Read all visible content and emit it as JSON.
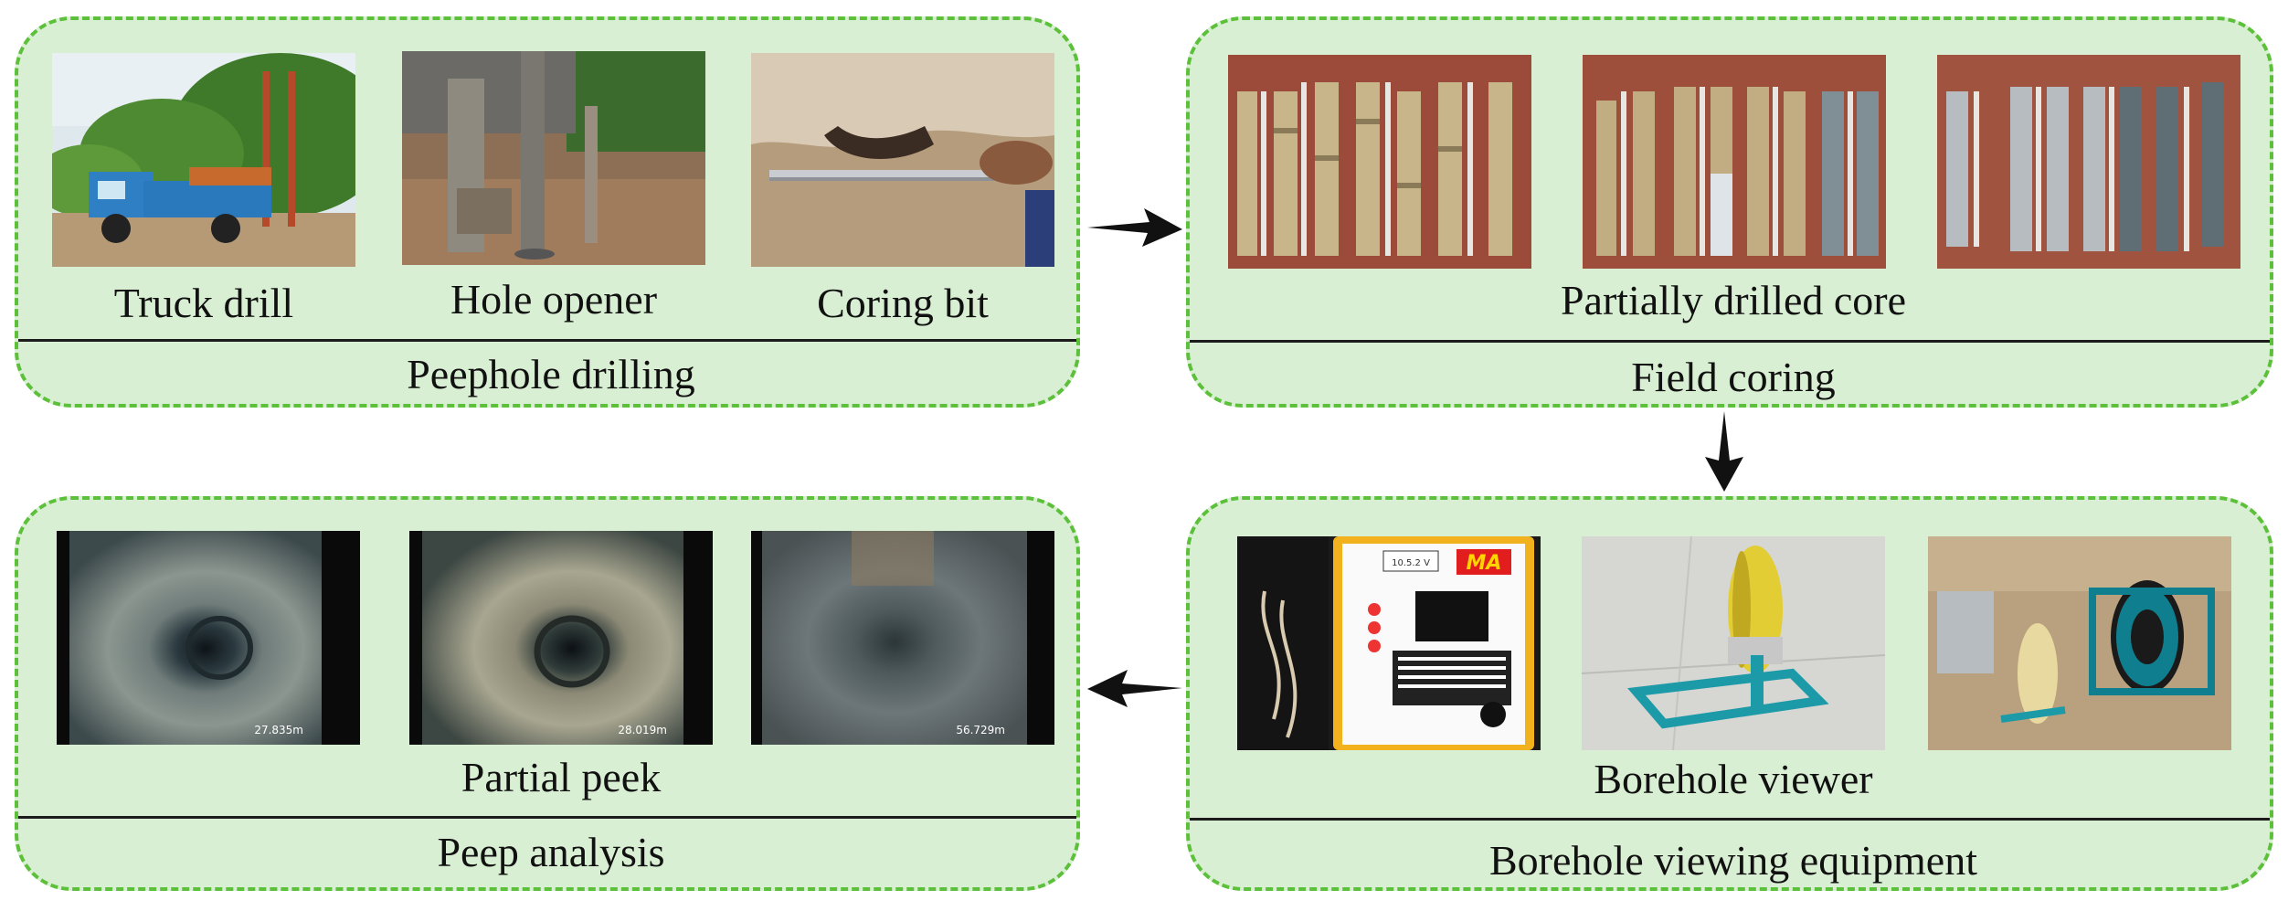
{
  "panels": {
    "peephole_drilling": {
      "title": "Peephole drilling",
      "captions": [
        "Truck drill",
        "Hole opener",
        "Coring bit"
      ]
    },
    "field_coring": {
      "title": "Field coring",
      "caption": "Partially drilled core"
    },
    "borehole_viewing": {
      "title": "Borehole viewing equipment",
      "caption": "Borehole viewer",
      "device_label": "MA",
      "device_display": "10.5.2 V"
    },
    "peep_analysis": {
      "title": "Peep analysis",
      "caption": "Partial peek",
      "depths": [
        "27.835m",
        "28.019m",
        "56.729m"
      ]
    }
  },
  "colors": {
    "panel_fill": "#d9efd3",
    "panel_border": "#5cc03a",
    "divider": "#1c1c1c",
    "arrow": "#111111"
  }
}
